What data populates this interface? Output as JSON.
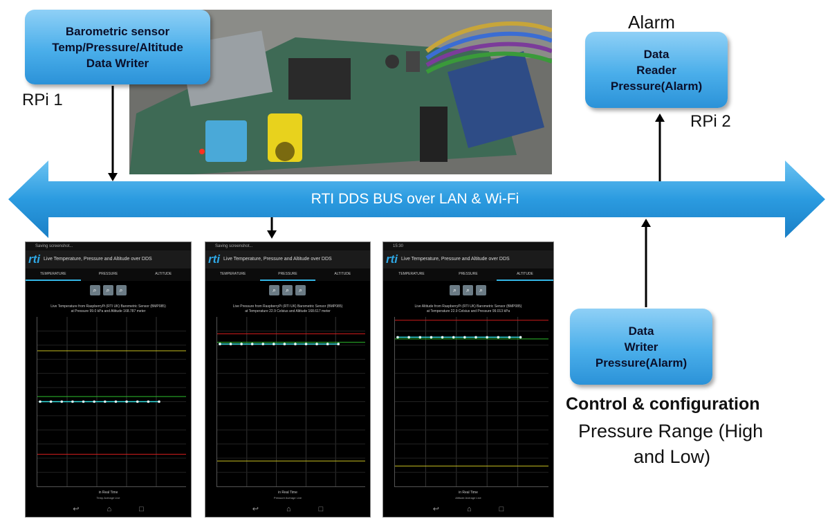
{
  "sensor_box": {
    "line1": "Barometric sensor",
    "line2": "Temp/Pressure/Altitude",
    "line3": "Data Writer"
  },
  "rpi1_label": "RPi 1",
  "alarm_label": "Alarm",
  "reader_box": {
    "line1": "Data",
    "line2": "Reader",
    "line3": "Pressure(Alarm)"
  },
  "rpi2_label": "RPi 2",
  "bus_label": "RTI DDS BUS over LAN & Wi-Fi",
  "writer_box": {
    "line1": "Data",
    "line2": "Writer",
    "line3": "Pressure(Alarm)"
  },
  "control": {
    "title": "Control & configuration",
    "desc1": "Pressure Range (High",
    "desc2": "and Low)"
  },
  "colors": {
    "box_blue": "#4aaeea",
    "bus_blue": "#2b9be0",
    "plot_line": "#33e0e0",
    "limit_red": "#d01c1c",
    "limit_green": "#2ec02e",
    "limit_yellow": "#c8c020"
  },
  "phones": [
    {
      "status": "Saving screenshot...",
      "app_title": "Live Temperature, Pressure and Altitude over DDS",
      "tabs": [
        "TEMPERATURE",
        "PRESSURE",
        "ALTITUDE"
      ],
      "active_tab": 0,
      "chart_title1": "Live Temperature from RaspberryPi (RTI UK) Barometric Sensor (BMP085)",
      "chart_title2": "at Pressure 99.0 kPa and Altitude 168.787 meter",
      "legend": "Temp     Average     Live",
      "xlabel": "in Real Time"
    },
    {
      "status": "Saving screenshot...",
      "app_title": "Live Temperature, Pressure and Altitude over DDS",
      "tabs": [
        "TEMPERATURE",
        "PRESSURE",
        "ALTITUDE"
      ],
      "active_tab": 1,
      "chart_title1": "Live Pressure from RaspberryPi (RTI UK) Barometric Sensor (BMP085)",
      "chart_title2": "at Temperature 22.9 Celsius and Altitude 168.617 meter",
      "legend": "Pressure     Average     Live",
      "xlabel": "in Real Time"
    },
    {
      "status": "15:30",
      "app_title": "Live Temperature, Pressure and Altitude over DDS",
      "tabs": [
        "TEMPERATURE",
        "PRESSURE",
        "ALTITUDE"
      ],
      "active_tab": 2,
      "chart_title1": "Live Altitude from RaspberryPi (RTI UK) Barometric Sensor (BMP085)",
      "chart_title2": "at Temperature 22.9 Celsius and Pressure 99.013 kPa",
      "legend": "Altitude     Average     Live",
      "xlabel": "in Real Time"
    }
  ]
}
